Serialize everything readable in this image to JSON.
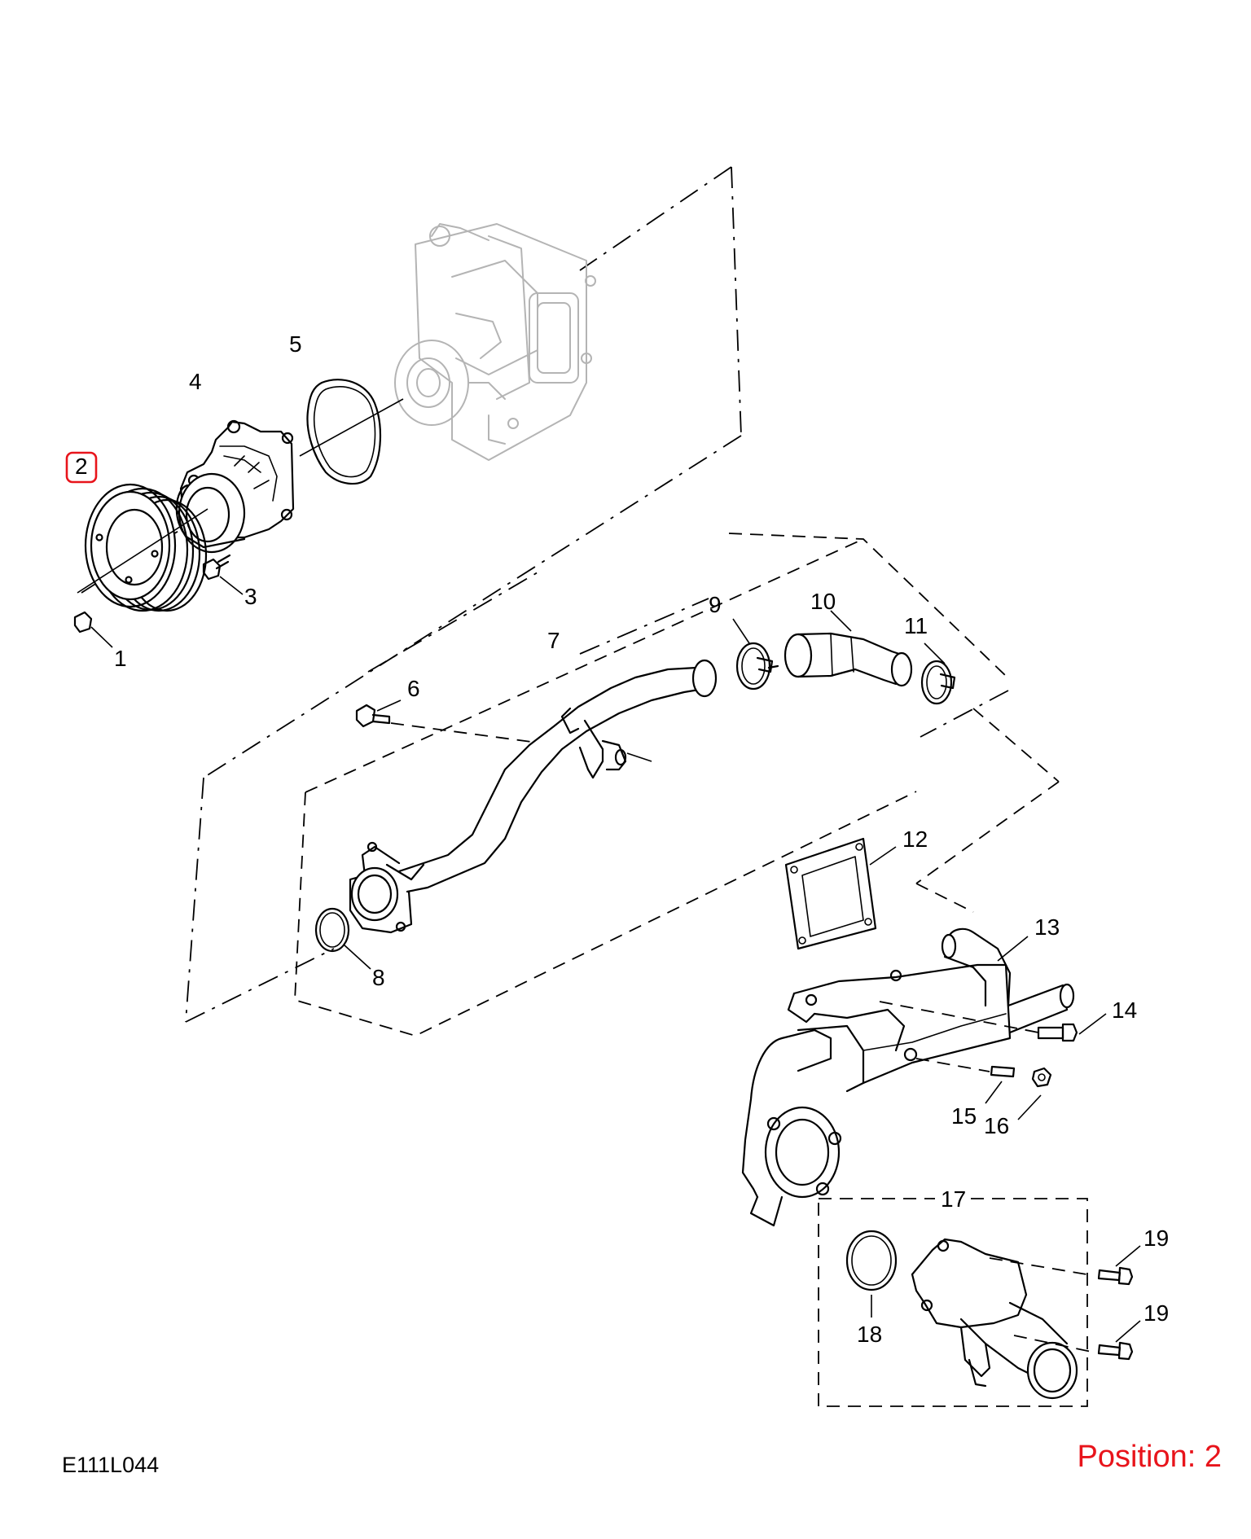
{
  "figure_code": "E111L044",
  "position_label": "Position: 2",
  "highlight_color": "#e8141b",
  "callouts": [
    {
      "number": "1"
    },
    {
      "number": "2"
    },
    {
      "number": "3"
    },
    {
      "number": "4"
    },
    {
      "number": "5"
    },
    {
      "number": "6"
    },
    {
      "number": "7"
    },
    {
      "number": "8"
    },
    {
      "number": "9"
    },
    {
      "number": "10"
    },
    {
      "number": "11"
    },
    {
      "number": "12"
    },
    {
      "number": "13"
    },
    {
      "number": "14"
    },
    {
      "number": "15"
    },
    {
      "number": "16"
    },
    {
      "number": "17"
    },
    {
      "number": "18"
    },
    {
      "number": "19"
    },
    {
      "number": "19"
    }
  ],
  "selected_callout": "2"
}
